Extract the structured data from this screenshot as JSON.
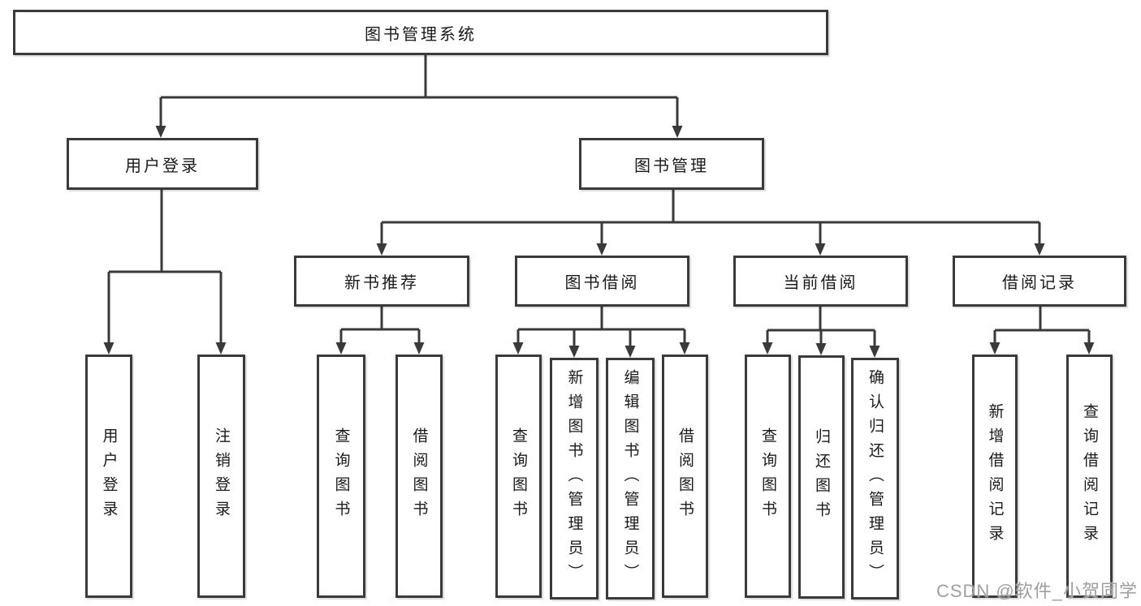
{
  "colors": {
    "background": "#ffffff",
    "line": "#3a3a3a",
    "node_border": "#3a3a3a",
    "node_fill": "#ffffff",
    "text": "#1a1a1a",
    "watermark": "#9f9f9f"
  },
  "watermark": "CSDN @软件_小贺同学",
  "tree": {
    "label": "图书管理系统",
    "children": [
      {
        "label": "用户登录",
        "children": [
          {
            "label": "用户登录"
          },
          {
            "label": "注销登录"
          }
        ]
      },
      {
        "label": "图书管理",
        "children": [
          {
            "label": "新书推荐",
            "children": [
              {
                "label": "查询图书"
              },
              {
                "label": "借阅图书"
              }
            ]
          },
          {
            "label": "图书借阅",
            "children": [
              {
                "label": "查询图书"
              },
              {
                "label": "新增图书（管理员）"
              },
              {
                "label": "编辑图书（管理员）"
              },
              {
                "label": "借阅图书"
              }
            ]
          },
          {
            "label": "当前借阅",
            "children": [
              {
                "label": "查询图书"
              },
              {
                "label": "归还图书"
              },
              {
                "label": "确认归还（管理员）"
              }
            ]
          },
          {
            "label": "借阅记录",
            "children": [
              {
                "label": "新增借阅记录"
              },
              {
                "label": "查询借阅记录"
              }
            ]
          }
        ]
      }
    ]
  }
}
